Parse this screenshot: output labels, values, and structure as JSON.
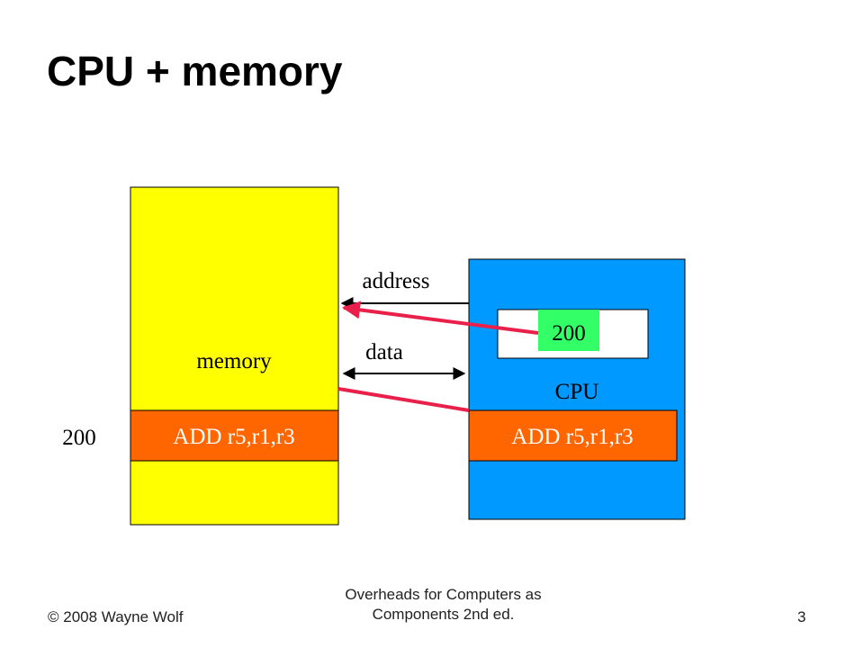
{
  "slide": {
    "title": "CPU + memory"
  },
  "diagram": {
    "memory": {
      "label": "memory",
      "address_label": "200",
      "instruction": "ADD r5,r1,r3"
    },
    "cpu": {
      "label": "CPU",
      "pc_value": "200",
      "ir_instruction": "ADD r5,r1,r3"
    },
    "bus": {
      "address_label": "address",
      "data_label": "data"
    },
    "colors": {
      "memory_fill": "#ffff00",
      "cpu_fill": "#0099ff",
      "instruction_fill": "#ff6600",
      "pc_value_fill": "#33ff66",
      "arrow_red": "#e8204a"
    }
  },
  "footer": {
    "copyright": "© 2008 Wayne Wolf",
    "source_line1": "Overheads for Computers as",
    "source_line2": "Components 2nd ed.",
    "page_number": "3"
  }
}
